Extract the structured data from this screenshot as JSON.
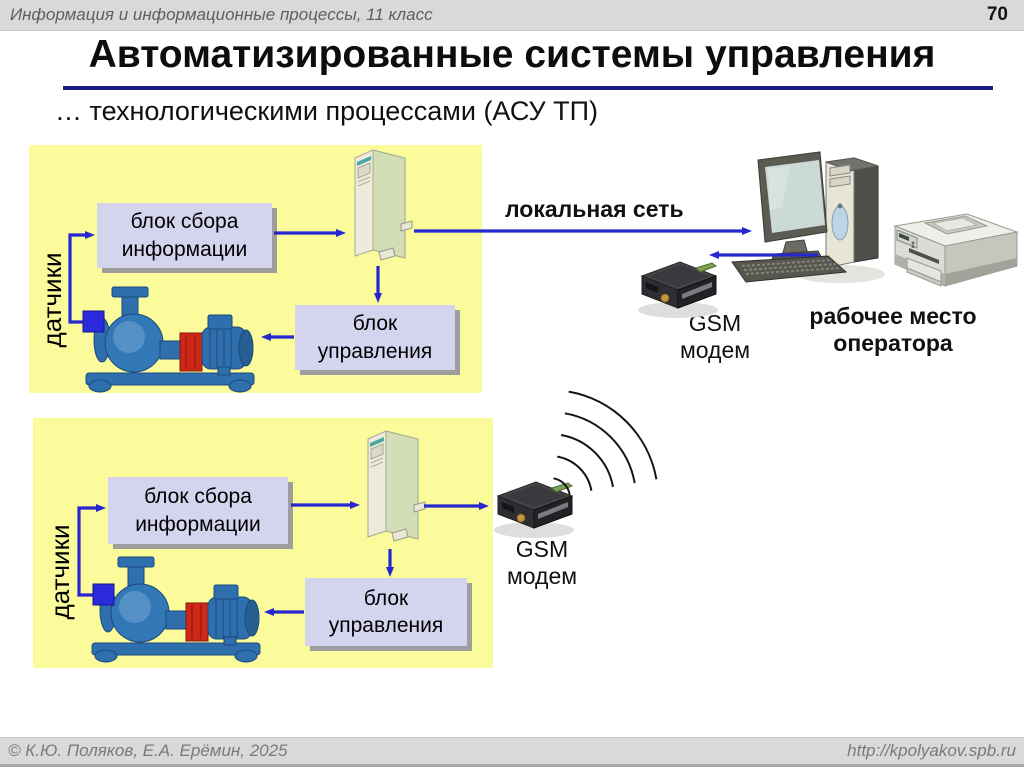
{
  "header": {
    "course": "Информация и информационные процессы, 11 класс",
    "page": "70"
  },
  "title": "Автоматизированные системы управления",
  "subtitle": "… технологическими процессами (АСУ ТП)",
  "diagram": {
    "system1": {
      "sensors": "датчики",
      "collect": "блок сбора информации",
      "control": "блок управления"
    },
    "system2": {
      "sensors": "датчики",
      "collect": "блок сбора информации",
      "control": "блок управления"
    },
    "lan_label": "локальная сеть",
    "gsm_modem_top": {
      "line1": "GSM",
      "line2": "модем"
    },
    "gsm_modem_bottom": {
      "line1": "GSM",
      "line2": "модем"
    },
    "operator": {
      "line1": "рабочее место",
      "line2": "оператора"
    }
  },
  "footer": {
    "copyright": "© К.Ю. Поляков, Е.А. Ерёмин, 2025",
    "url": "http://kpolyakov.spb.ru"
  },
  "colors": {
    "arrow_blue": "#2727cf",
    "title_underline": "#1b1b8a",
    "panel_yellow": "#fbfb9b",
    "label_lavender": "#d4d4ef",
    "bar_gray": "#d9d9d9"
  }
}
